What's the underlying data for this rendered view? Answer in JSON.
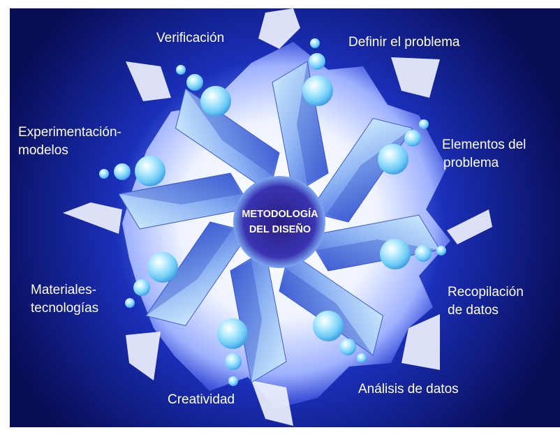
{
  "center": {
    "line1": "METODOLOGÍA",
    "line2": "DEL DISEÑO"
  },
  "steps": [
    {
      "line1": "Definir el problema",
      "line2": ""
    },
    {
      "line1": "Elementos del",
      "line2": "problema"
    },
    {
      "line1": "Recopilación",
      "line2": "de datos"
    },
    {
      "line1": "Análisis de datos",
      "line2": ""
    },
    {
      "line1": "Creatividad",
      "line2": ""
    },
    {
      "line1": "Materiales-",
      "line2": "tecnologías"
    },
    {
      "line1": "Experimentación-",
      "line2": "modelos"
    },
    {
      "line1": "Verificación",
      "line2": ""
    }
  ],
  "colors": {
    "background": "#0a0f5e",
    "glow": "#ffffff",
    "petal_light": "#bfe3fb",
    "petal_dark": "#4a68e0",
    "sphere": "#8fd8fb",
    "hub": "#3a2f9e"
  }
}
